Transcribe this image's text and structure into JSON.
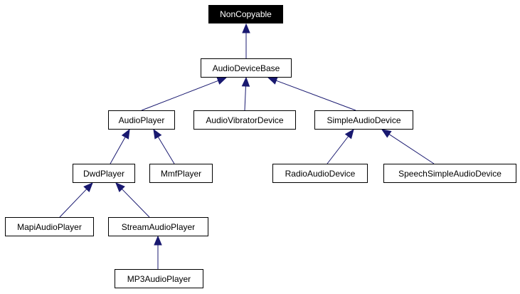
{
  "colors": {
    "edge": "#191970",
    "root_fill": "#000000",
    "root_text": "#ffffff",
    "node_fill": "#ffffff",
    "node_border": "#000000"
  },
  "nodes": {
    "noncopyable": "NonCopyable",
    "audiodevicebase": "AudioDeviceBase",
    "audioplayer": "AudioPlayer",
    "audiovibratordevice": "AudioVibratorDevice",
    "simpleaudiodevice": "SimpleAudioDevice",
    "dwdplayer": "DwdPlayer",
    "mmfplayer": "MmfPlayer",
    "radioaudiodevice": "RadioAudioDevice",
    "speechsimpleaudiodevice": "SpeechSimpleAudioDevice",
    "mapiaudioplayer": "MapiAudioPlayer",
    "streamaudioplayer": "StreamAudioPlayer",
    "mp3audioplayer": "MP3AudioPlayer"
  }
}
